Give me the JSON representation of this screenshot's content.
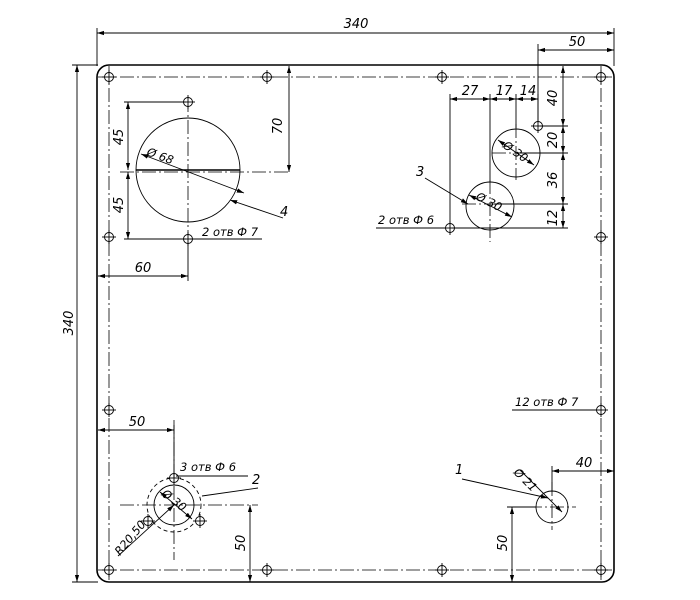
{
  "overall_width": "340",
  "overall_height": "340",
  "right_offset_50": "50",
  "hole_rows": {
    "d27": "27",
    "d17": "17",
    "d14": "14",
    "d40": "40",
    "d20": "20",
    "d36": "36",
    "d12": "12"
  },
  "left_group": {
    "d45_top": "45",
    "d45_bottom": "45",
    "d70": "70",
    "d60": "60",
    "big_diameter": "Ø 68",
    "holes_note": "2 отв Ф 7",
    "callout": "4"
  },
  "right_group": {
    "dia_upper": "Ø 30",
    "dia_lower": "Ø 30",
    "holes_note": "2 отв Ф 6",
    "callout": "3"
  },
  "perimeter_note": "12 отв Ф 7",
  "bottom_left": {
    "d50_h": "50",
    "d50_v": "50",
    "holes_note": "3 отв Ф 6",
    "dia": "Ø 30",
    "radius": "R20,50",
    "callout": "2"
  },
  "bottom_right": {
    "d40": "40",
    "d50_v": "50",
    "dia": "Ø 21",
    "callout": "1"
  }
}
